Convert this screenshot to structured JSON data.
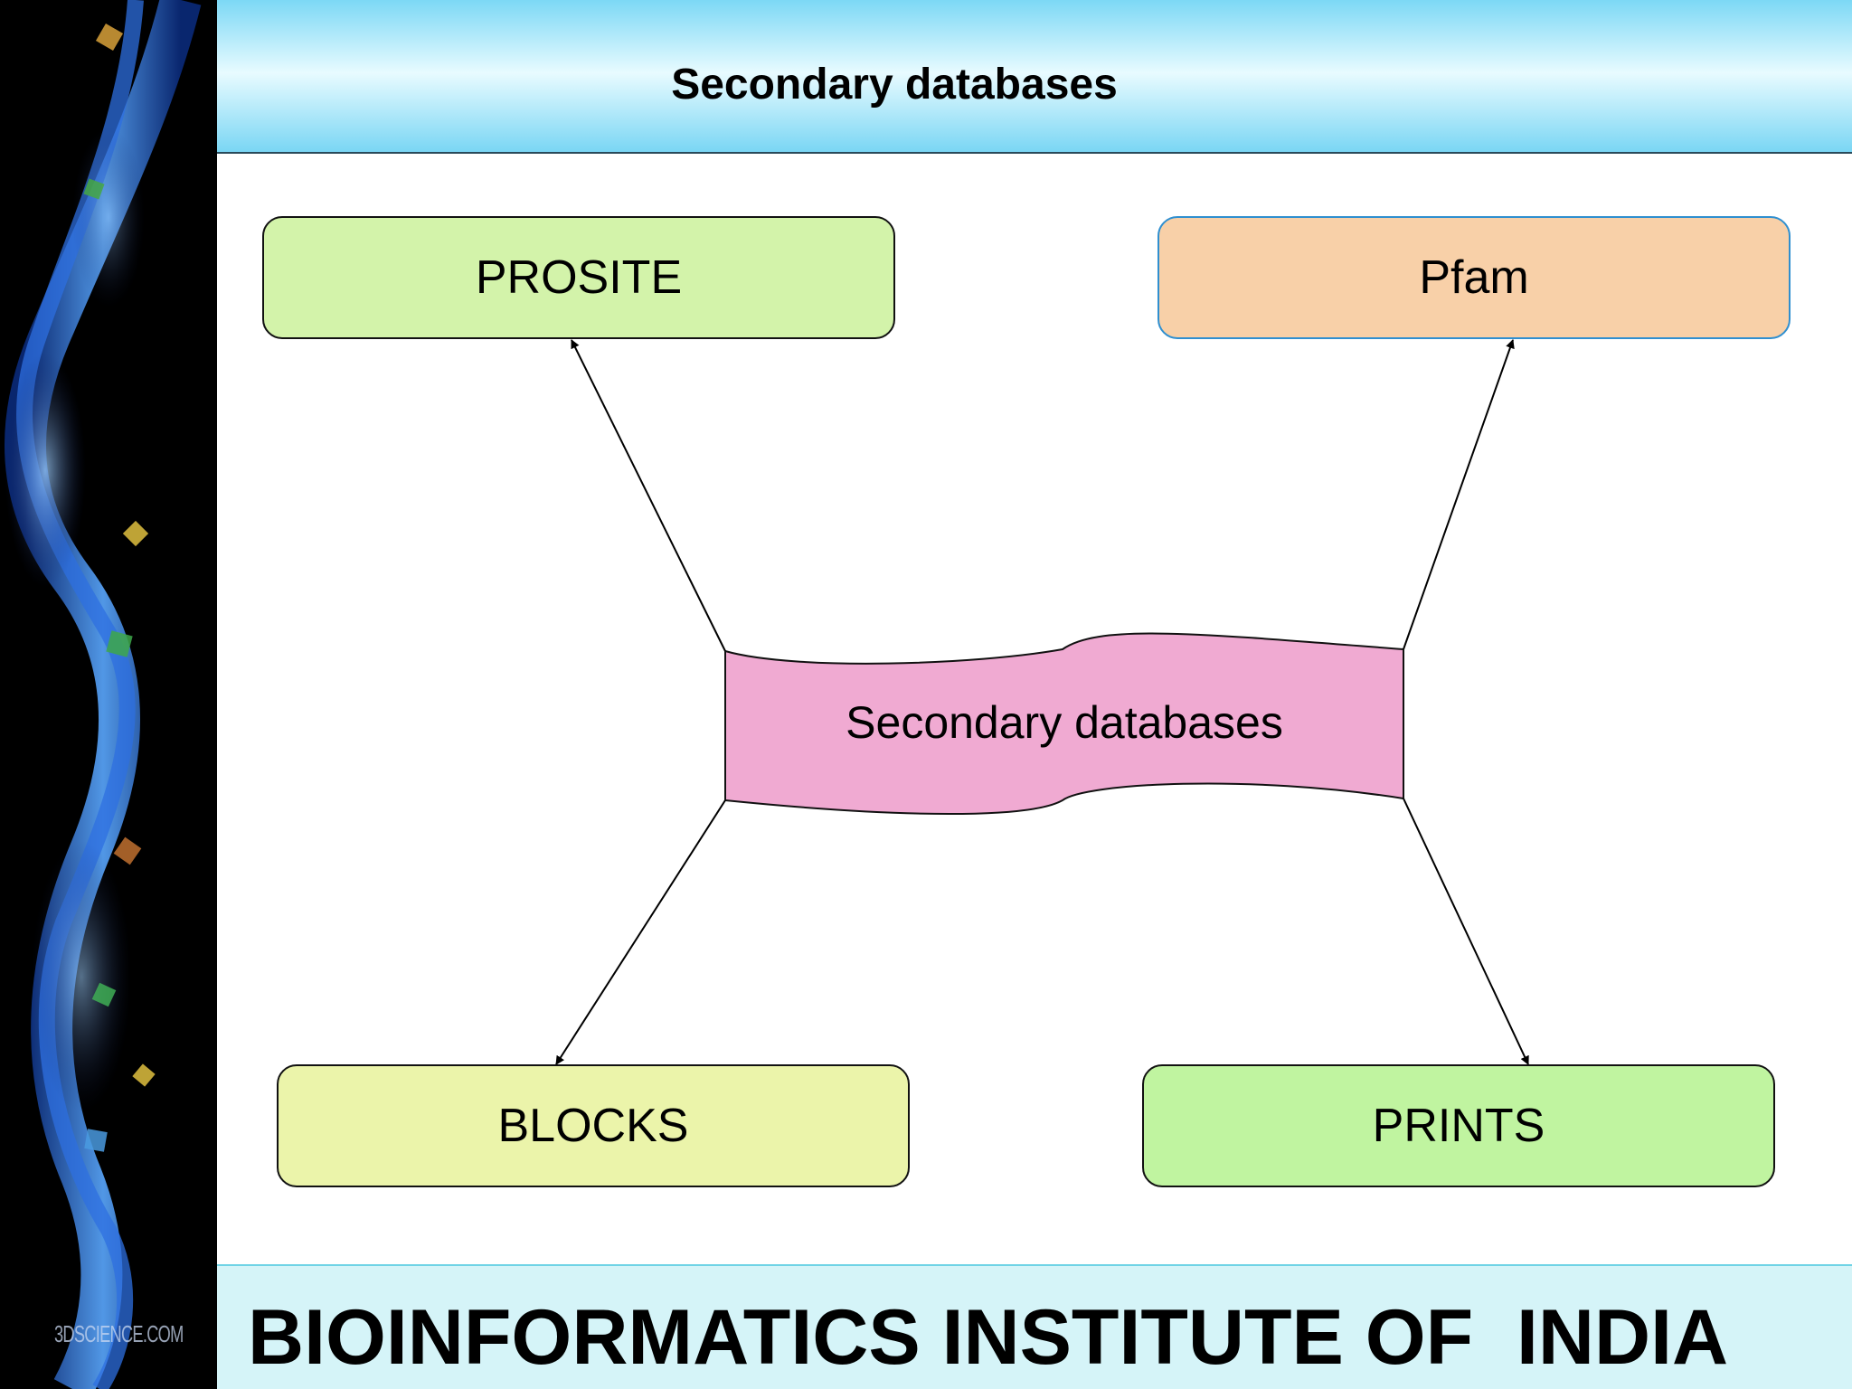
{
  "header": {
    "title": "Secondary databases"
  },
  "diagram": {
    "center": "Secondary databases",
    "nodes": {
      "prosite": "PROSITE",
      "pfam": "Pfam",
      "blocks": "BLOCKS",
      "prints": "PRINTS"
    }
  },
  "footer": {
    "text": "BIOINFORMATICS INSTITUTE OF  INDIA"
  },
  "sidebar": {
    "watermark": "3DSCIENCE.COM"
  },
  "colors": {
    "header_gradient": [
      "#7cd8f5",
      "#e8fbff"
    ],
    "center_fill": "#f0aad2",
    "prosite_fill": "#d3f3aa",
    "pfam_fill": "#f8d0a8",
    "blocks_fill": "#ebf4aa",
    "prints_fill": "#c0f4a0",
    "footer_fill": "#d5f4f8"
  }
}
